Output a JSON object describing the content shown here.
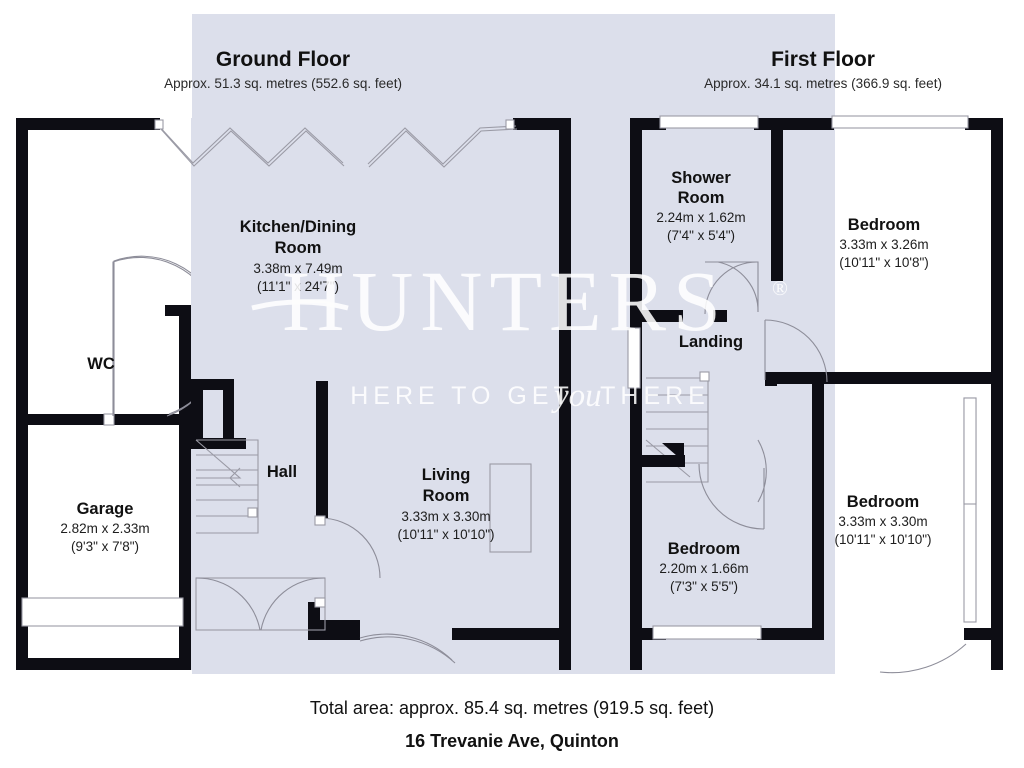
{
  "document": {
    "total_area": "Total area: approx. 85.4 sq. metres (919.5 sq. feet)",
    "address": "16 Trevanie Ave, Quinton"
  },
  "watermark": {
    "brand": "HUNTERS",
    "registered": "®",
    "tagline_left": "HERE TO GET",
    "tagline_italic": "you",
    "tagline_right": "THERE"
  },
  "floors": [
    {
      "id": "ground-floor",
      "title": "Ground Floor",
      "subtitle": "Approx. 51.3 sq. metres (552.6 sq. feet)",
      "rooms": [
        {
          "id": "kitchen-dining-room",
          "name_line1": "Kitchen/Dining",
          "name_line2": "Room",
          "dim_metric": "3.38m x 7.49m",
          "dim_imperial": "(11'1\" x 24'7\")"
        },
        {
          "id": "wc",
          "name_line1": "WC",
          "name_line2": "",
          "dim_metric": "",
          "dim_imperial": ""
        },
        {
          "id": "garage",
          "name_line1": "Garage",
          "name_line2": "",
          "dim_metric": "2.82m x 2.33m",
          "dim_imperial": "(9'3\" x 7'8\")"
        },
        {
          "id": "hall",
          "name_line1": "Hall",
          "name_line2": "",
          "dim_metric": "",
          "dim_imperial": ""
        },
        {
          "id": "living-room",
          "name_line1": "Living",
          "name_line2": "Room",
          "dim_metric": "3.33m x 3.30m",
          "dim_imperial": "(10'11\" x 10'10\")"
        }
      ]
    },
    {
      "id": "first-floor",
      "title": "First Floor",
      "subtitle": "Approx. 34.1 sq. metres (366.9 sq. feet)",
      "rooms": [
        {
          "id": "shower-room",
          "name_line1": "Shower",
          "name_line2": "Room",
          "dim_metric": "2.24m x 1.62m",
          "dim_imperial": "(7'4\" x 5'4\")"
        },
        {
          "id": "bedroom-1",
          "name_line1": "Bedroom",
          "name_line2": "",
          "dim_metric": "3.33m x 3.26m",
          "dim_imperial": "(10'11\" x 10'8\")"
        },
        {
          "id": "landing",
          "name_line1": "Landing",
          "name_line2": "",
          "dim_metric": "",
          "dim_imperial": ""
        },
        {
          "id": "bedroom-2",
          "name_line1": "Bedroom",
          "name_line2": "",
          "dim_metric": "3.33m x 3.30m",
          "dim_imperial": "(10'11\" x 10'10\")"
        },
        {
          "id": "bedroom-3",
          "name_line1": "Bedroom",
          "name_line2": "",
          "dim_metric": "2.20m x 1.66m",
          "dim_imperial": "(7'3\" x 5'5\")"
        }
      ]
    }
  ],
  "colors": {
    "wall": "#0d0d14",
    "shaded_area": "#dcdfeb",
    "room_fill": "#ffffff",
    "thin_line": "#9a9aa5",
    "text": "#111111",
    "background": "#ffffff"
  }
}
